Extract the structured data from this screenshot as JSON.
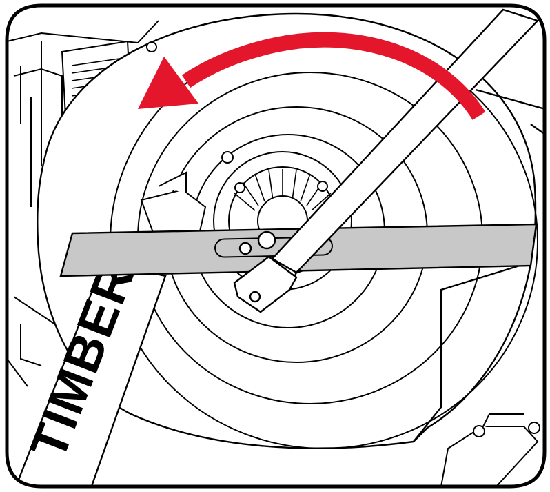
{
  "figure": {
    "deck_lettering": "TIMBER",
    "colors": {
      "arrow": "#e3162b",
      "blade": "#c8c8c8",
      "line": "#000000",
      "background": "#ffffff",
      "deck_text": "#000000"
    },
    "icons": {
      "rotation_arrow": "counterclockwise-arrow-icon",
      "blade": "mower-blade",
      "tool": "socket-wrench"
    }
  }
}
